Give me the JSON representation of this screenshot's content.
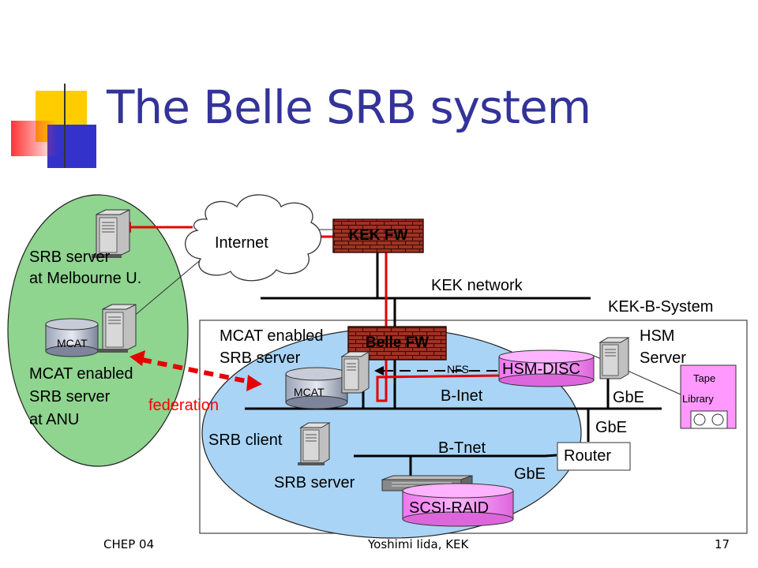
{
  "title": "The Belle SRB system",
  "labels": {
    "internet": "Internet",
    "kek_fw": "KEK FW",
    "kek_network": "KEK network",
    "kek_b_system": "KEK-B-System",
    "belle_fw": "Belle FW",
    "srb_server_melbourne_line1": "SRB server",
    "srb_server_melbourne_line2": "at  Melbourne U.",
    "mcat_anu": "MCAT",
    "mcat_enabled_anu_line1": "MCAT enabled",
    "mcat_enabled_anu_line2": "SRB server",
    "mcat_enabled_anu_line3": "at ANU",
    "federation": "federation",
    "mcat_enabled_kek_line1": "MCAT enabled",
    "mcat_enabled_kek_line2": "SRB server",
    "mcat_kek": "MCAT",
    "nfs": "NFS",
    "hsm_disc": "HSM-DISC",
    "hsm_server_line1": "HSM",
    "hsm_server_line2": "Server",
    "tape_library_line1": "Tape",
    "tape_library_line2": "Library",
    "b_inet": "B-Inet",
    "gbe_hsm": "GbE",
    "gbe_router": "GbE",
    "gbe_raid": "GbE",
    "router": "Router",
    "srb_client": "SRB client",
    "b_tnet": "B-Tnet",
    "srb_server_kek": "SRB server",
    "scsi_raid": "SCSI-RAID"
  },
  "footer": {
    "left": "CHEP 04",
    "center": "Yoshimi Iida, KEK",
    "page": "17"
  },
  "colors": {
    "title": "#333399",
    "anu_region": "#8fd48f",
    "kek_region": "#a9d4f5",
    "firewall_brick": "#a33322",
    "hsm_disc": "#ff99ff",
    "link_red": "#e60000",
    "deco_yellow": "#ffcc00",
    "deco_blue": "#3333cc",
    "deco_red": "#ff3333"
  }
}
